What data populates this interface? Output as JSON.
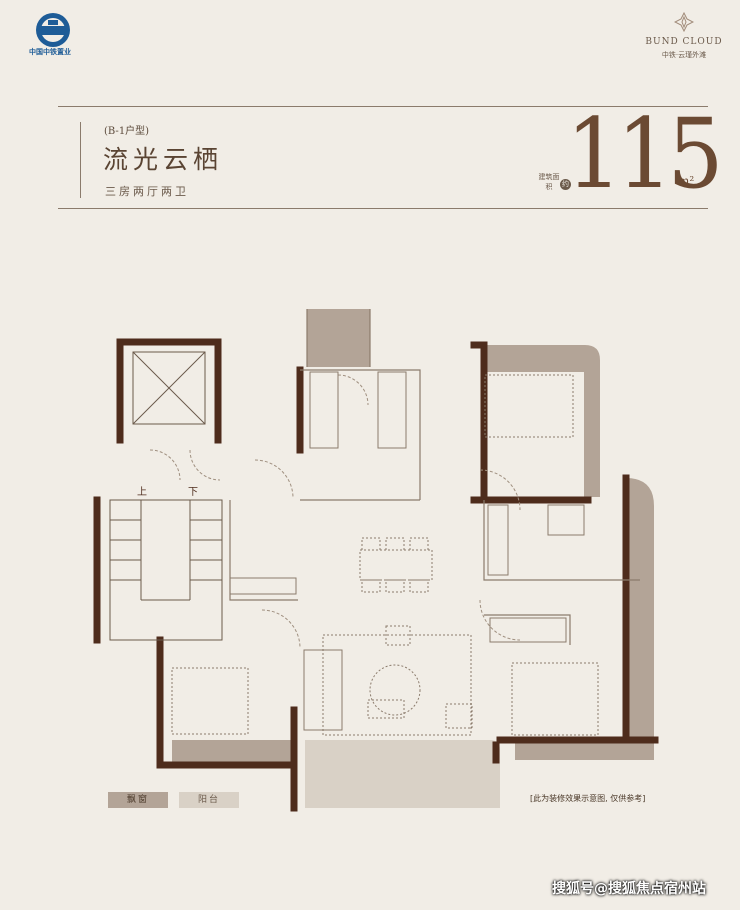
{
  "logo": {
    "text": "中国中铁置业",
    "icon": "china-railway-logo-icon",
    "color": "#1e5c97"
  },
  "brand": {
    "name": "BUND CLOUD",
    "sub": "中铁·云瑾外滩",
    "icon": "diamond-flower-icon"
  },
  "header": {
    "unit_type": "(B-1户型)",
    "title": "流光云栖",
    "subtitle": "三房两厅两卫",
    "area_label": "建筑面积",
    "area_badge": "约",
    "area_value": "115",
    "area_unit": "m²"
  },
  "stairs": {
    "up": "上",
    "down": "下"
  },
  "legend": {
    "bay_window": "飘窗",
    "balcony": "阳台"
  },
  "disclaimer": "[此为装修效果示意图, 仅供参考]",
  "watermark": "搜狐号@搜狐焦点宿州站",
  "colors": {
    "wall": "#4e2c1c",
    "bay_window": "#b3a497",
    "balcony": "#d9d1c6",
    "background": "#f1ede6"
  }
}
